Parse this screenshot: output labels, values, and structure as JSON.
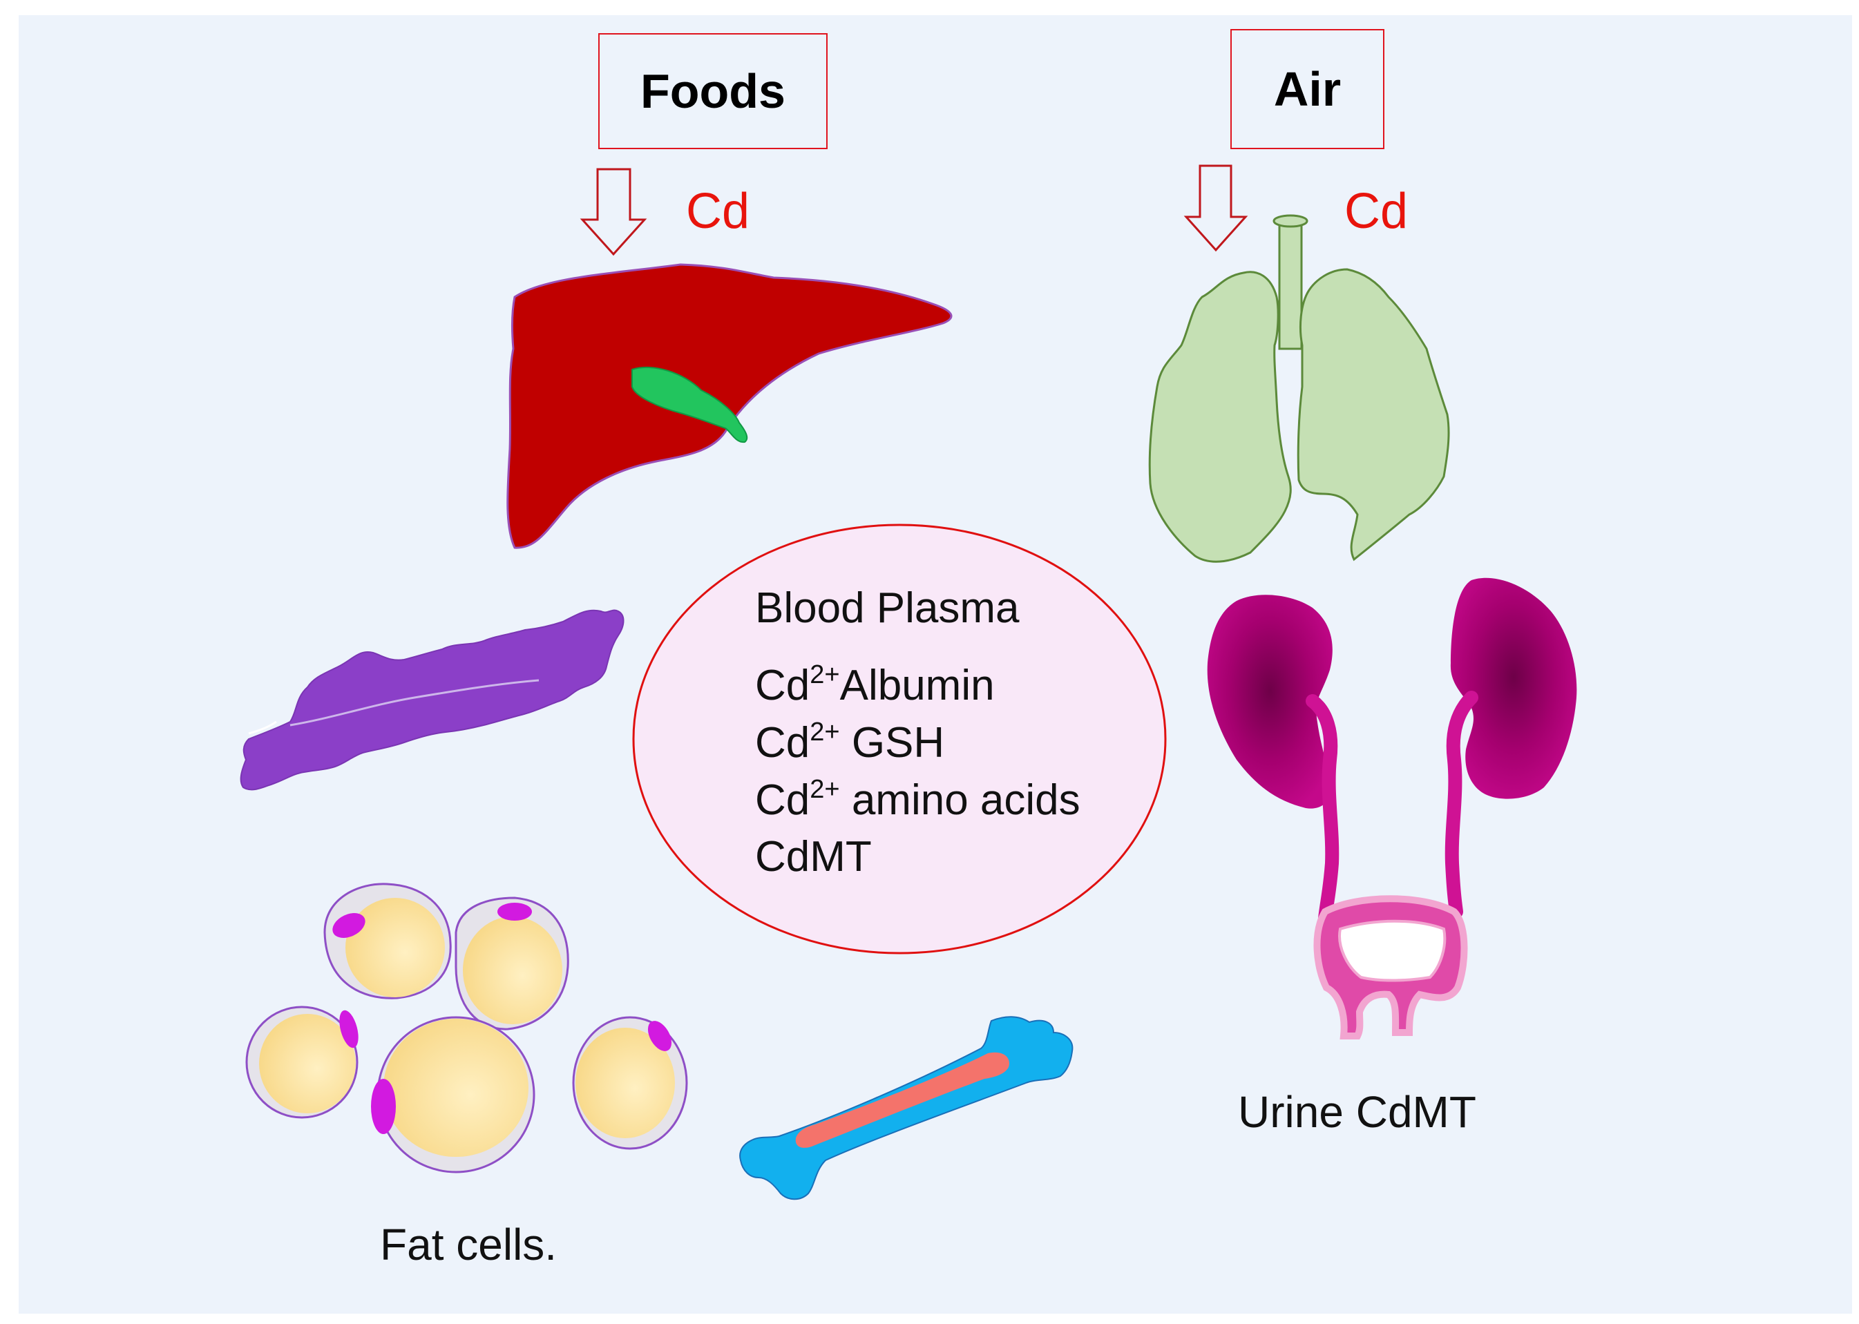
{
  "sources": {
    "foods": {
      "label": "Foods",
      "element": "Cd"
    },
    "air": {
      "label": "Air",
      "element": "Cd"
    }
  },
  "plasma": {
    "title": "Blood Plasma",
    "lines": [
      {
        "base": "Cd",
        "sup": "2+",
        "rest": "Albumin"
      },
      {
        "base": "Cd",
        "sup": "2+",
        "rest": " GSH"
      },
      {
        "base": "Cd",
        "sup": "2+",
        "rest": " amino acids"
      },
      {
        "base": "CdMT",
        "sup": "",
        "rest": ""
      }
    ]
  },
  "captions": {
    "fat": "Fat cells.",
    "urine": "Urine CdMT"
  },
  "colors": {
    "background": "#edf3fb",
    "source_border": "#e0141e",
    "cd_text": "#e8140c",
    "liver": "#c00000",
    "gallbladder": "#22c55e",
    "lung_fill": "#c5e0b4",
    "lung_stroke": "#5c8a3a",
    "pancreas": "#8b3fc8",
    "kidney": "#b8007c",
    "fat_cell": "#fde7a8",
    "bone": "#12b0ee",
    "marrow": "#f4736b",
    "plasma_fill": "#f9e8f8",
    "plasma_stroke": "#e01010"
  },
  "icons": [
    "liver-icon",
    "gallbladder-icon",
    "lungs-icon",
    "pancreas-icon",
    "kidneys-icon",
    "bladder-icon",
    "fat-cells-icon",
    "bone-icon",
    "down-arrow-icon"
  ]
}
